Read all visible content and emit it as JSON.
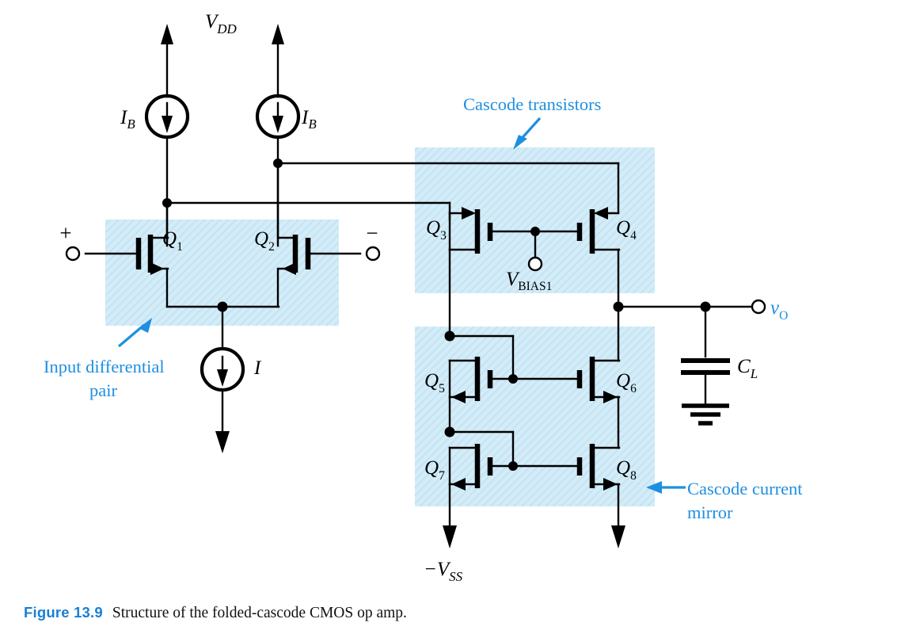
{
  "figure": {
    "number": "Figure 13.9",
    "caption": "Structure of the folded-cascode CMOS op amp."
  },
  "colors": {
    "annotation_blue": "#1e8fe0",
    "highlight_cyan": "#cfe9f6",
    "wire_black": "#000000",
    "caption_label_blue": "#1a7fd4"
  },
  "supplies": {
    "positive": {
      "symbol": "V",
      "subscript": "DD",
      "text": "VDD"
    },
    "negative": {
      "symbol": "−V",
      "subscript": "SS",
      "text": "−VSS"
    }
  },
  "sources": [
    {
      "name": "ib-left",
      "label": "I",
      "subscript": "B",
      "direction": "down"
    },
    {
      "name": "ib-right",
      "label": "I",
      "subscript": "B",
      "direction": "down"
    },
    {
      "name": "tail-current",
      "label": "I",
      "subscript": "",
      "direction": "down"
    }
  ],
  "transistors": [
    {
      "id": "Q1",
      "label": "Q",
      "subscript": "1",
      "type": "pmos",
      "group": "input-differential-pair"
    },
    {
      "id": "Q2",
      "label": "Q",
      "subscript": "2",
      "type": "pmos",
      "group": "input-differential-pair"
    },
    {
      "id": "Q3",
      "label": "Q",
      "subscript": "3",
      "type": "pmos",
      "group": "cascode-transistors"
    },
    {
      "id": "Q4",
      "label": "Q",
      "subscript": "4",
      "type": "pmos",
      "group": "cascode-transistors"
    },
    {
      "id": "Q5",
      "label": "Q",
      "subscript": "5",
      "type": "nmos",
      "group": "cascode-current-mirror"
    },
    {
      "id": "Q6",
      "label": "Q",
      "subscript": "6",
      "type": "nmos",
      "group": "cascode-current-mirror"
    },
    {
      "id": "Q7",
      "label": "Q",
      "subscript": "7",
      "type": "nmos",
      "group": "cascode-current-mirror"
    },
    {
      "id": "Q8",
      "label": "Q",
      "subscript": "8",
      "type": "nmos",
      "group": "cascode-current-mirror"
    }
  ],
  "terminals": {
    "input_plus": "+",
    "input_minus": "−",
    "bias": {
      "symbol": "V",
      "subscript": "BIAS1",
      "text": "VBIAS1"
    },
    "output": {
      "symbol": "v",
      "subscript": "O",
      "text": "vO"
    }
  },
  "components": {
    "load_capacitor": {
      "symbol": "C",
      "subscript": "L",
      "text": "CL"
    },
    "ground": "ground-symbol"
  },
  "annotations": [
    {
      "name": "cascode-transistors",
      "text": "Cascode transistors",
      "arrow": "down-left"
    },
    {
      "name": "input-differential-pair",
      "line1": "Input differential",
      "line2": "pair",
      "arrow": "up-right"
    },
    {
      "name": "cascode-current-mirror",
      "line1": "Cascode current",
      "line2": "mirror",
      "arrow": "left"
    }
  ]
}
